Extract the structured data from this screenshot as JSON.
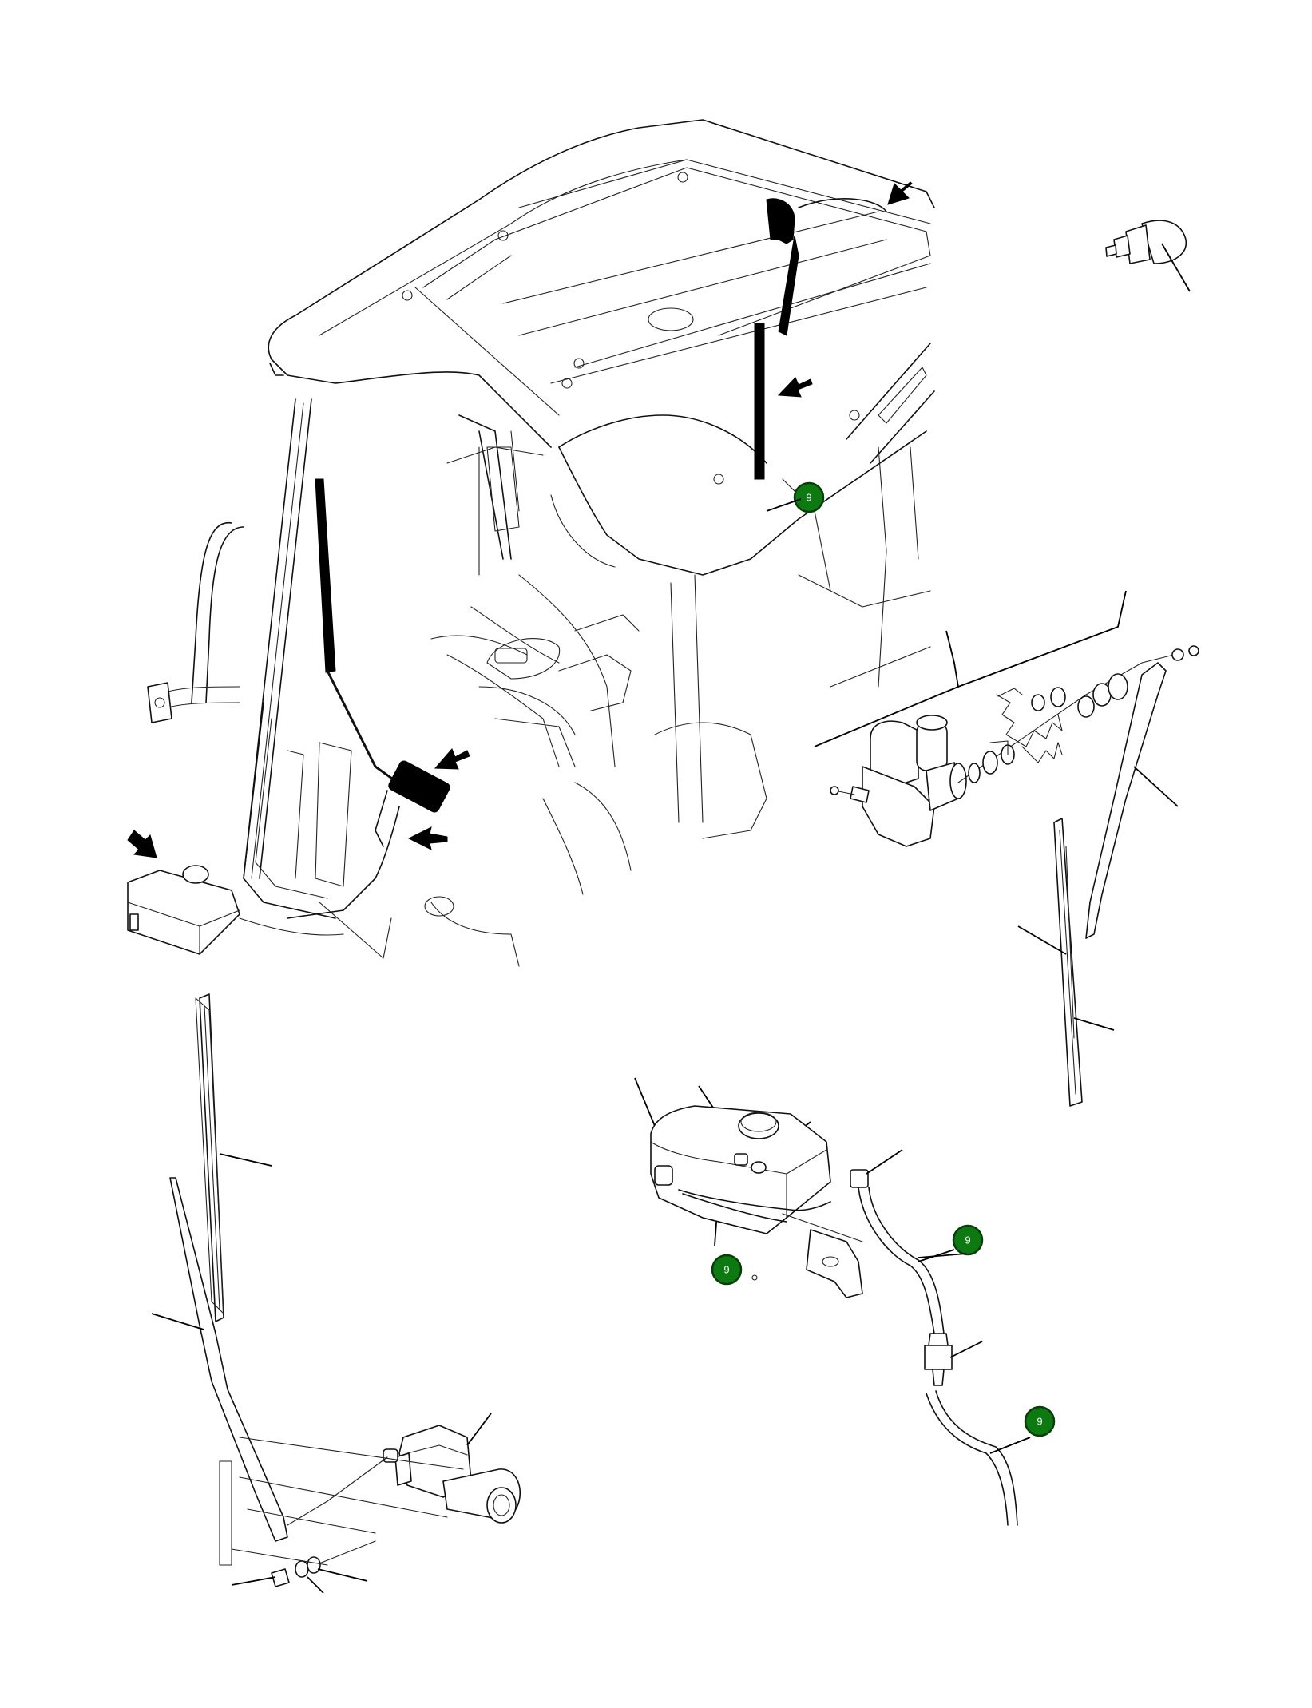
{
  "diagram": {
    "callout_badges": [
      {
        "label": "9"
      },
      {
        "label": "9"
      },
      {
        "label": "9"
      },
      {
        "label": "9"
      }
    ]
  }
}
